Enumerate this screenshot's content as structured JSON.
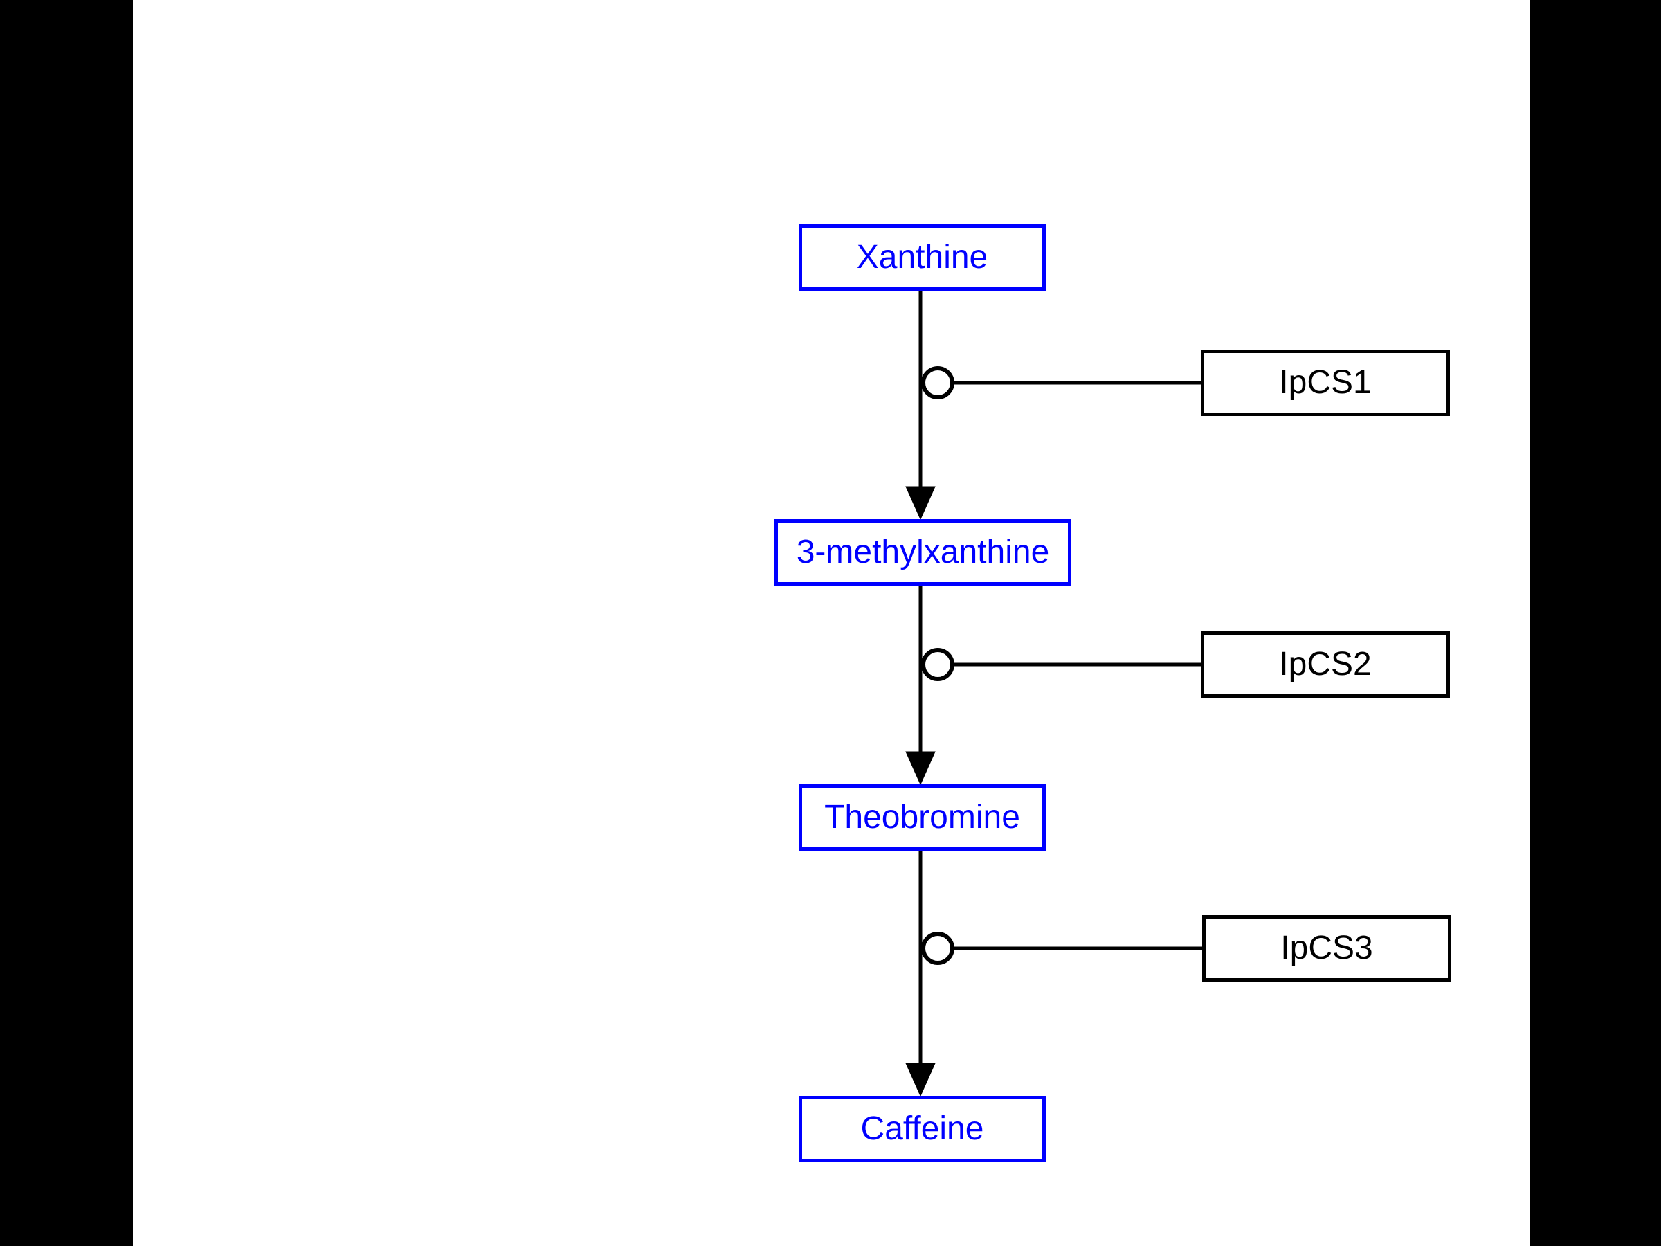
{
  "diagram": {
    "type": "pathway-flowchart",
    "colors": {
      "background": "#ffffff",
      "frame": "#000000",
      "accent": "#0000ff"
    },
    "metabolites": [
      {
        "label": "Xanthine"
      },
      {
        "label": "3-methylxanthine"
      },
      {
        "label": "Theobromine"
      },
      {
        "label": "Caffeine"
      }
    ],
    "enzymes": [
      {
        "label": "IpCS1"
      },
      {
        "label": "IpCS2"
      },
      {
        "label": "IpCS3"
      }
    ],
    "edges": [
      {
        "from": "Xanthine",
        "to": "3-methylxanthine",
        "enzyme": "IpCS1"
      },
      {
        "from": "3-methylxanthine",
        "to": "Theobromine",
        "enzyme": "IpCS2"
      },
      {
        "from": "Theobromine",
        "to": "Caffeine",
        "enzyme": "IpCS3"
      }
    ]
  }
}
